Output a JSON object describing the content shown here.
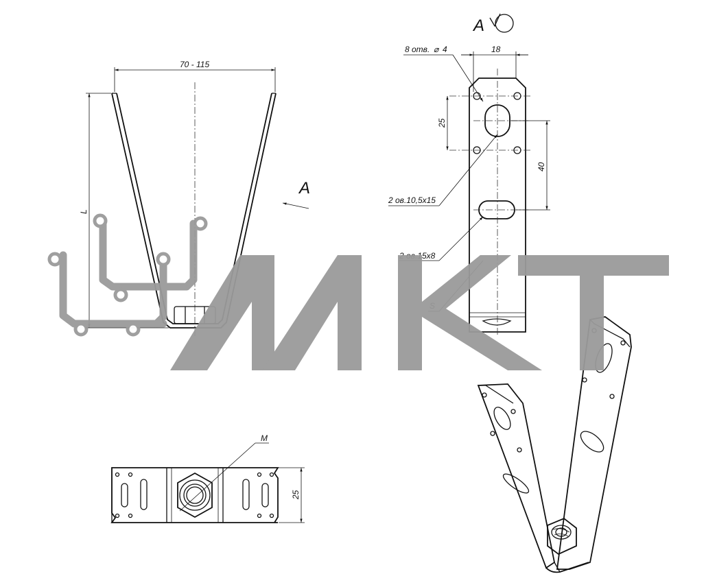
{
  "front_view": {
    "width_dim": "70 - 115",
    "length_dim": "L",
    "view_arrow_label": "A"
  },
  "view_a": {
    "title": "A",
    "holes_note": "8 отв.",
    "holes_diameter": "4",
    "width_dim": "18",
    "pitch_dim": "25",
    "slot_spacing_dim": "40",
    "slot_small_note": "2 ов.10,5х15",
    "slot_large_note": "2 ов.15х8",
    "thickness_label": "S"
  },
  "bottom_view": {
    "thread_label": "M",
    "width_dim": "25"
  },
  "watermark": {
    "text": "МКТ",
    "color": "#9a9a9a"
  }
}
